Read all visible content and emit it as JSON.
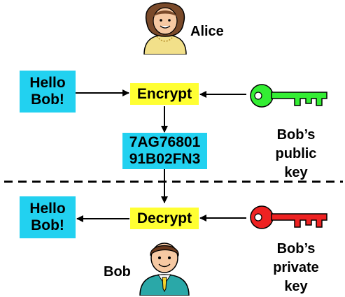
{
  "people": {
    "sender_name": "Alice",
    "receiver_name": "Bob"
  },
  "messages": {
    "plaintext_top": "Hello\nBob!",
    "plaintext_bottom": "Hello\nBob!",
    "ciphertext": "7AG76801\n91B02FN3"
  },
  "operations": {
    "encrypt": "Encrypt",
    "decrypt": "Decrypt"
  },
  "keys": {
    "public_label": "Bob’s\npublic key",
    "private_label": "Bob’s\nprivate key",
    "public_color": "#33ee33",
    "private_color": "#ee2222"
  },
  "colors": {
    "message_box": "#22d1f0",
    "operation_box": "#ffff33",
    "alice_hair": "#7a4a2a",
    "alice_shirt": "#f2e08a",
    "bob_suit": "#2aa8a8"
  }
}
